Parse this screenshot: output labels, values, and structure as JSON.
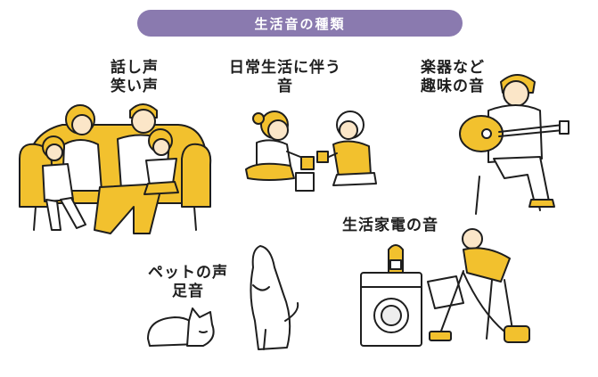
{
  "header": {
    "title": "生活音の種類"
  },
  "categories": {
    "talk": {
      "label": "話し声\n笑い声"
    },
    "daily": {
      "label": "日常生活に伴う\n音"
    },
    "music": {
      "label": "楽器など\n趣味の音"
    },
    "pets": {
      "label": "ペットの声\n足音"
    },
    "appliance": {
      "label": "生活家電の音"
    }
  },
  "colors": {
    "accent": "#f2c12e",
    "header": "#8a7aaf",
    "ink": "#1e1e1e",
    "skin": "#fbe6c8"
  }
}
